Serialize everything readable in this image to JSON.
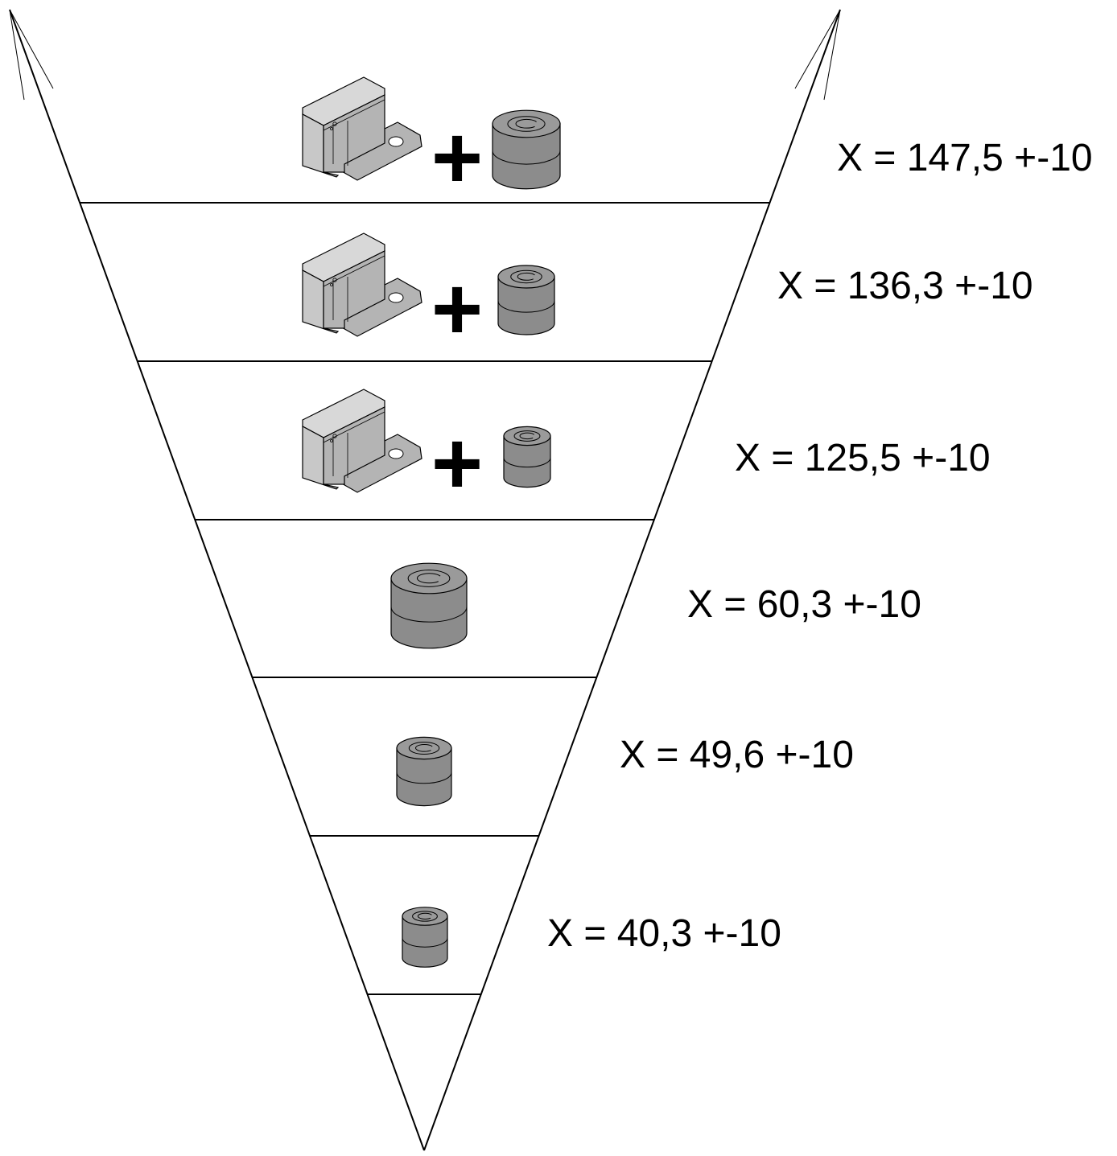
{
  "colors": {
    "line": "#000000",
    "bracket_fill": "#c8c8c8",
    "bracket_side": "#b4b4b4",
    "bracket_top": "#d8d8d8",
    "weight_fill": "#8c8c8c",
    "weight_top": "#9a9a9a"
  },
  "plus_sign": "+",
  "levels": [
    {
      "label": "X = 147,5 +-10",
      "items": [
        "bracket-icon",
        "weight-icon"
      ]
    },
    {
      "label": "X = 136,3 +-10",
      "items": [
        "bracket-icon",
        "weight-icon"
      ]
    },
    {
      "label": "X = 125,5 +-10",
      "items": [
        "bracket-icon",
        "weight-icon"
      ]
    },
    {
      "label": "X = 60,3 +-10",
      "items": [
        "weight-icon"
      ]
    },
    {
      "label": "X = 49,6 +-10",
      "items": [
        "weight-icon"
      ]
    },
    {
      "label": "X = 40,3 +-10",
      "items": [
        "weight-icon"
      ]
    }
  ]
}
